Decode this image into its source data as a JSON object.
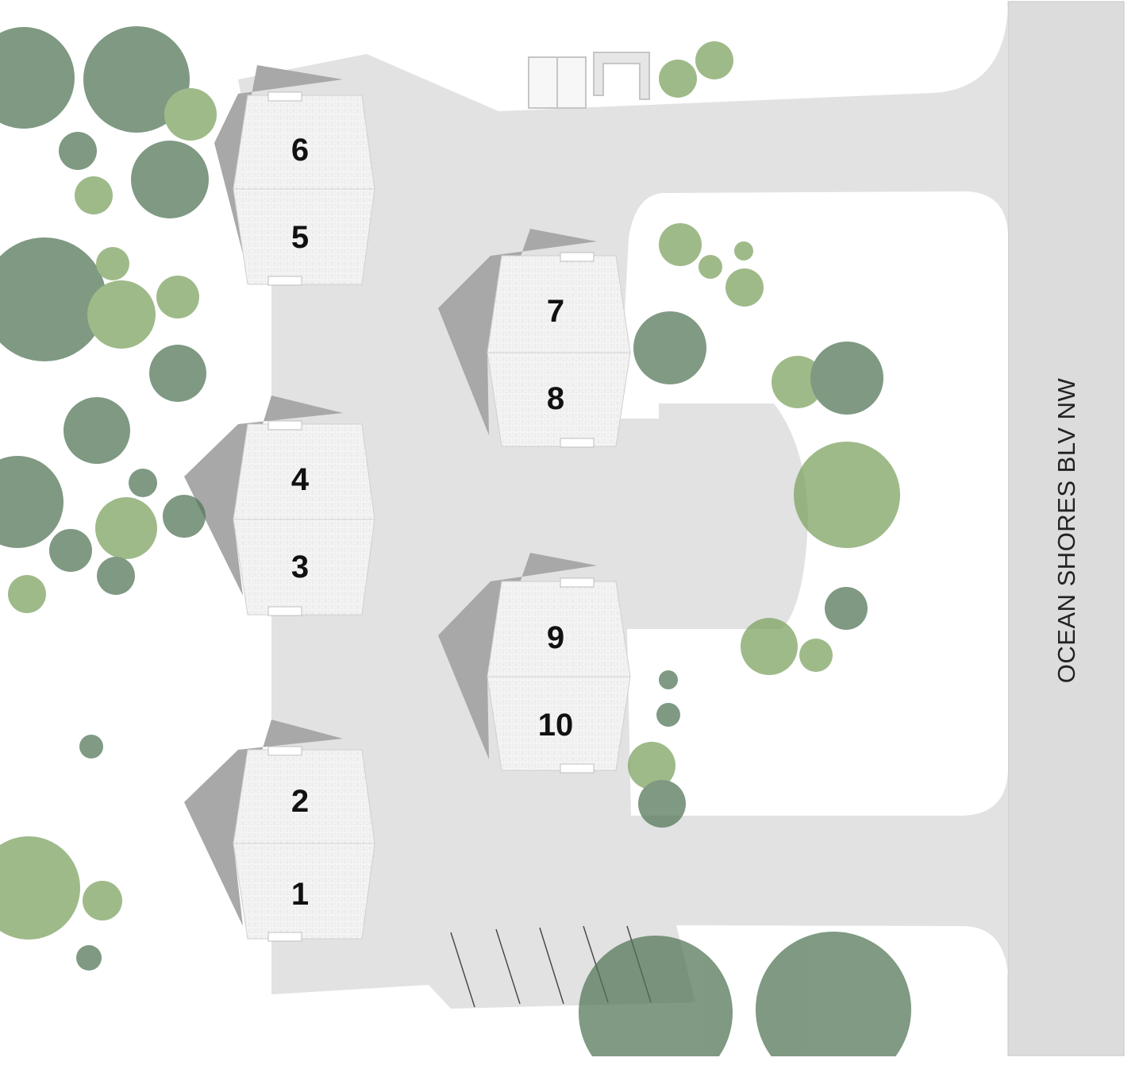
{
  "street": {
    "name": "OCEAN SHORES BLV NW"
  },
  "units": [
    {
      "number": "1"
    },
    {
      "number": "2"
    },
    {
      "number": "3"
    },
    {
      "number": "4"
    },
    {
      "number": "5"
    },
    {
      "number": "6"
    },
    {
      "number": "7"
    },
    {
      "number": "8"
    },
    {
      "number": "9"
    },
    {
      "number": "10"
    }
  ],
  "colors": {
    "pavement": "#e2e2e2",
    "street": "#dcdcdc",
    "building": "#f4f4f4",
    "shadow": "#a9a9a9",
    "tree_dark": "#4f7354",
    "tree_light": "#7aa05c"
  }
}
